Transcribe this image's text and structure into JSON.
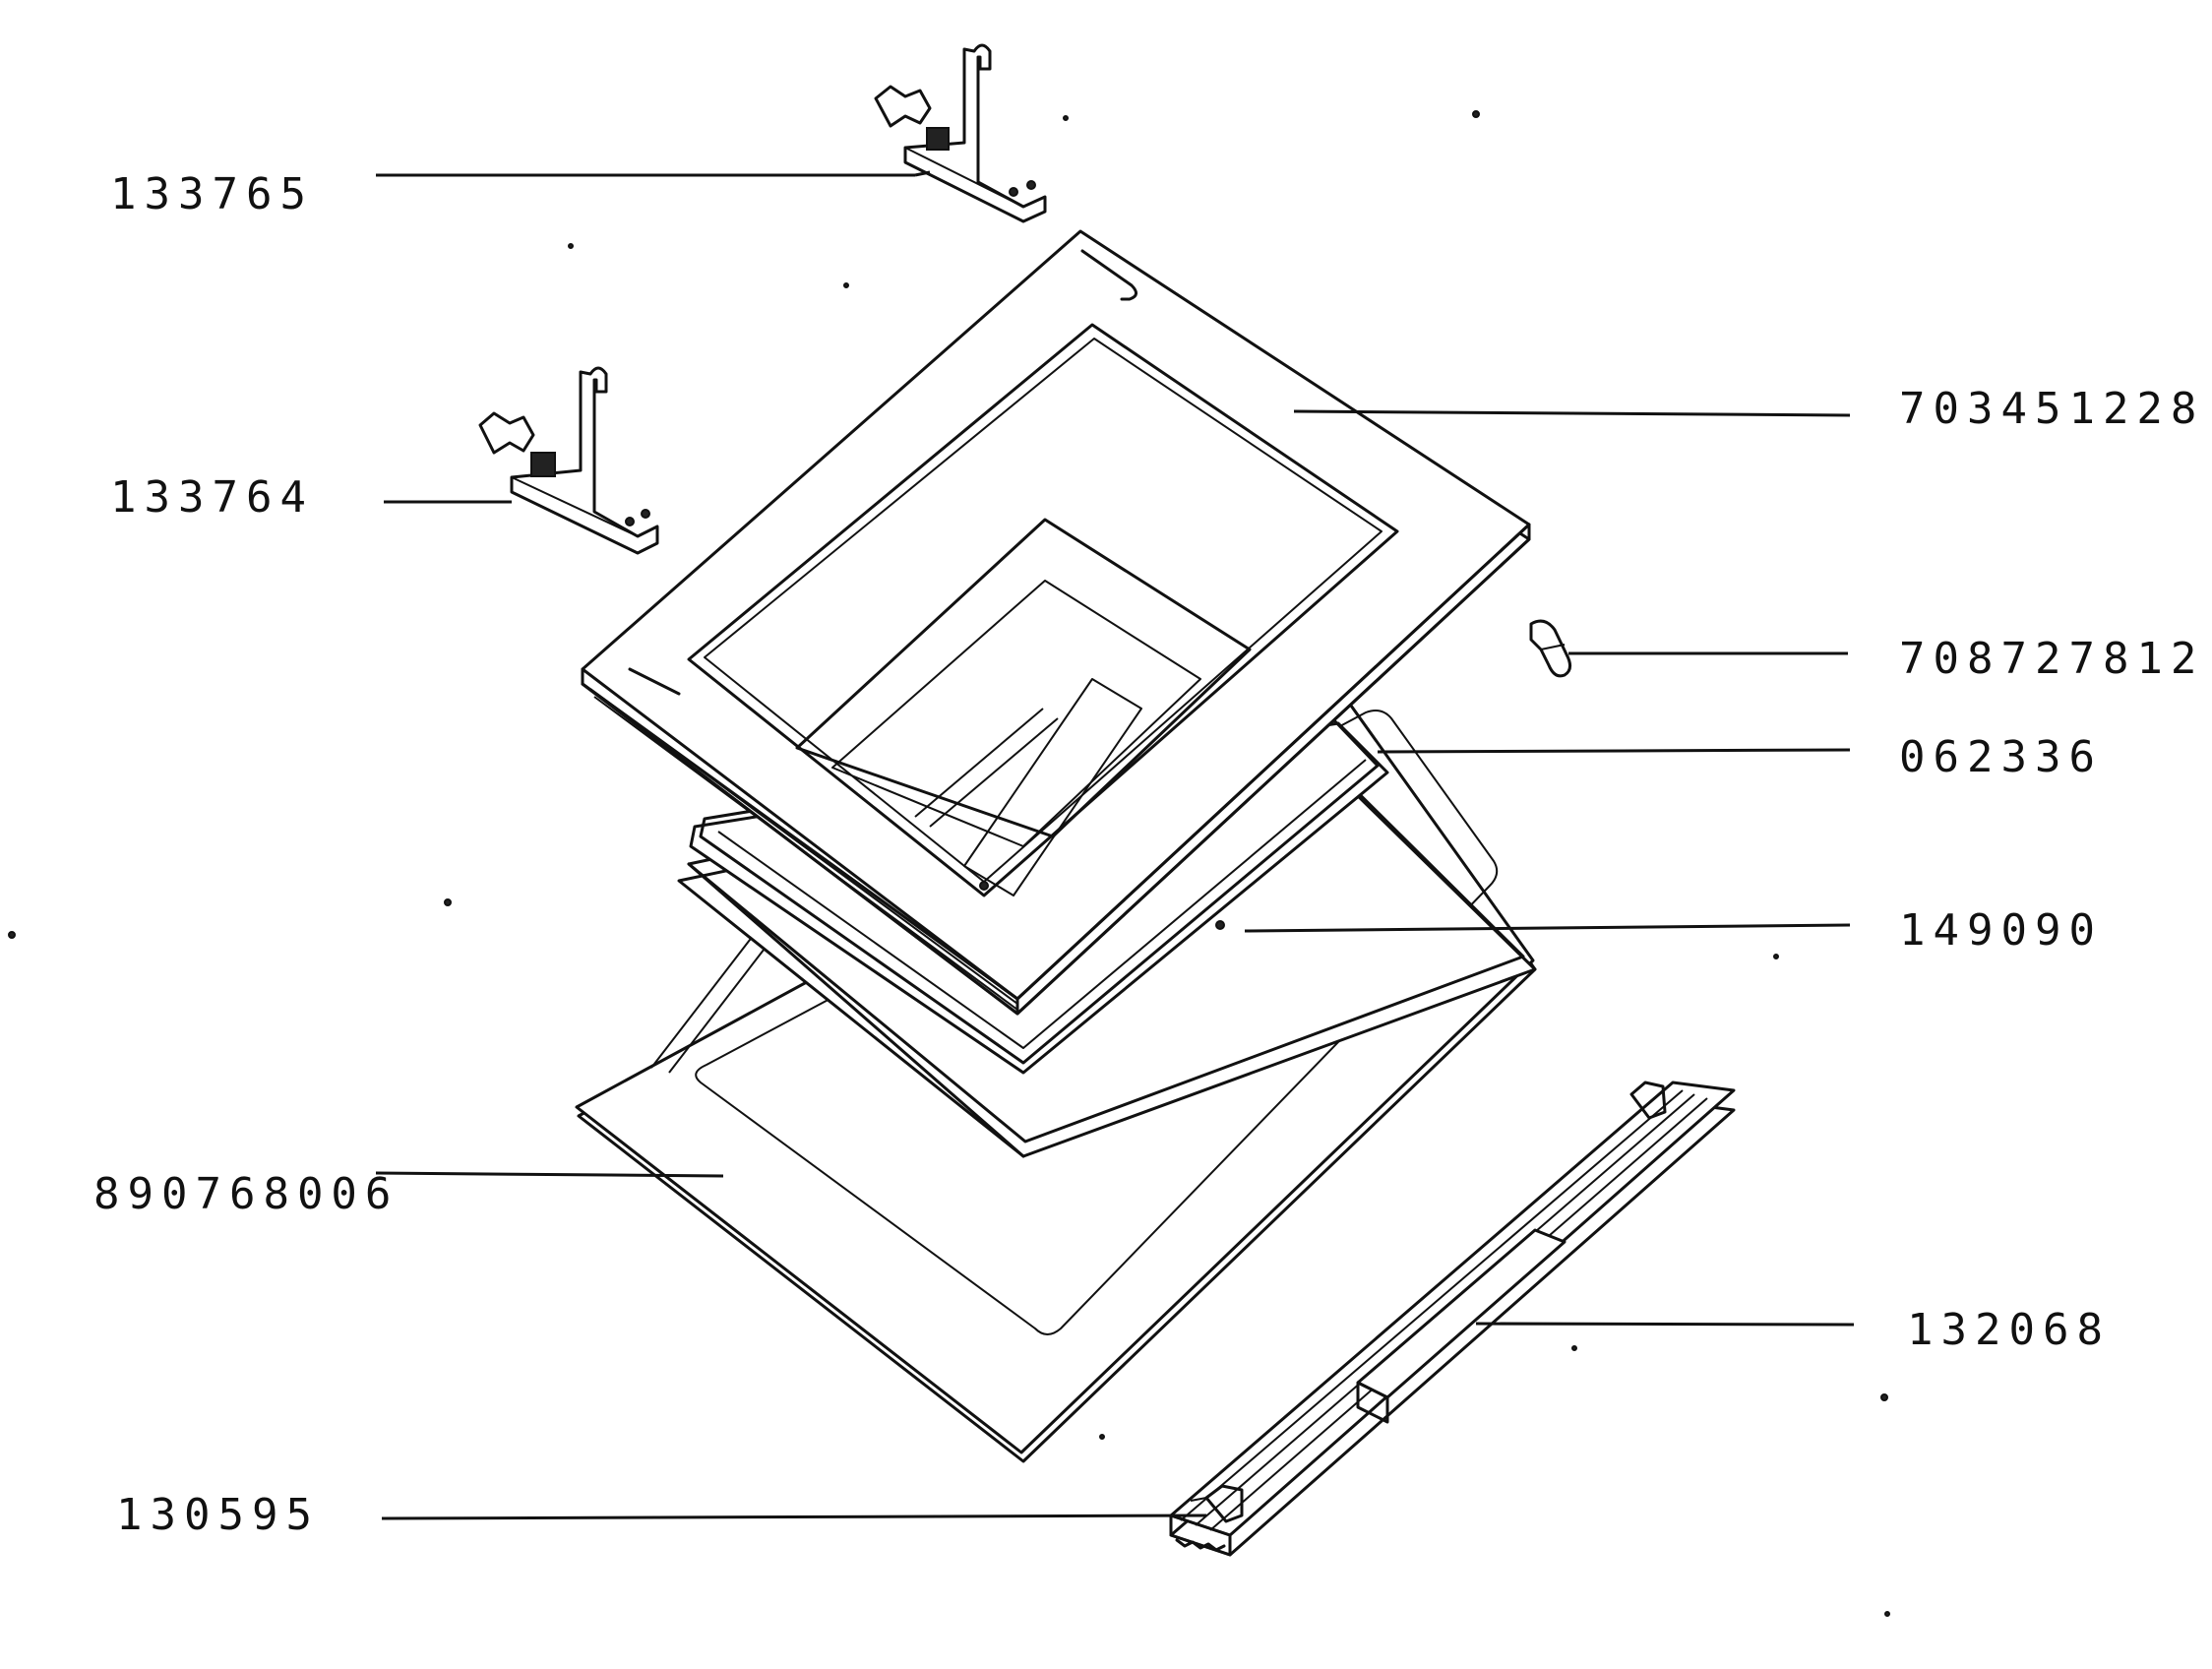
{
  "parts": [
    {
      "id": "hinge-right",
      "number": "133765"
    },
    {
      "id": "hinge-left",
      "number": "133764"
    },
    {
      "id": "outer-door-frame",
      "number": "703451228"
    },
    {
      "id": "clip",
      "number": "708727812"
    },
    {
      "id": "seal",
      "number": "062336"
    },
    {
      "id": "inner-glass",
      "number": "149090"
    },
    {
      "id": "outer-glass",
      "number": "890768006"
    },
    {
      "id": "handle-bar",
      "number": "132068"
    },
    {
      "id": "handle-end-cap",
      "number": "130595"
    }
  ],
  "colors": {
    "ink": "#111111",
    "paper": "#ffffff"
  }
}
